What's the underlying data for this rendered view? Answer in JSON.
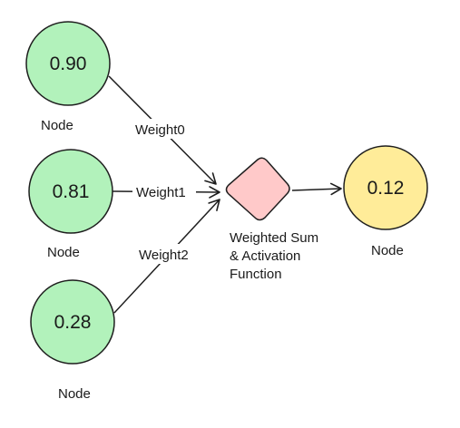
{
  "colors": {
    "input_node_fill": "#b2f2bb",
    "output_node_fill": "#ffec99",
    "activation_fill": "#ffc9c9",
    "stroke": "#1e1e1e"
  },
  "input_nodes": [
    {
      "value": "0.90",
      "label": "Node"
    },
    {
      "value": "0.81",
      "label": "Node"
    },
    {
      "value": "0.28",
      "label": "Node"
    }
  ],
  "weights": [
    {
      "label": "Weight0"
    },
    {
      "label": "Weight1"
    },
    {
      "label": "Weight2"
    }
  ],
  "activation": {
    "label_lines": [
      "Weighted Sum",
      "& Activation",
      "Function"
    ],
    "shape": "diamond"
  },
  "output_node": {
    "value": "0.12",
    "label": "Node"
  }
}
